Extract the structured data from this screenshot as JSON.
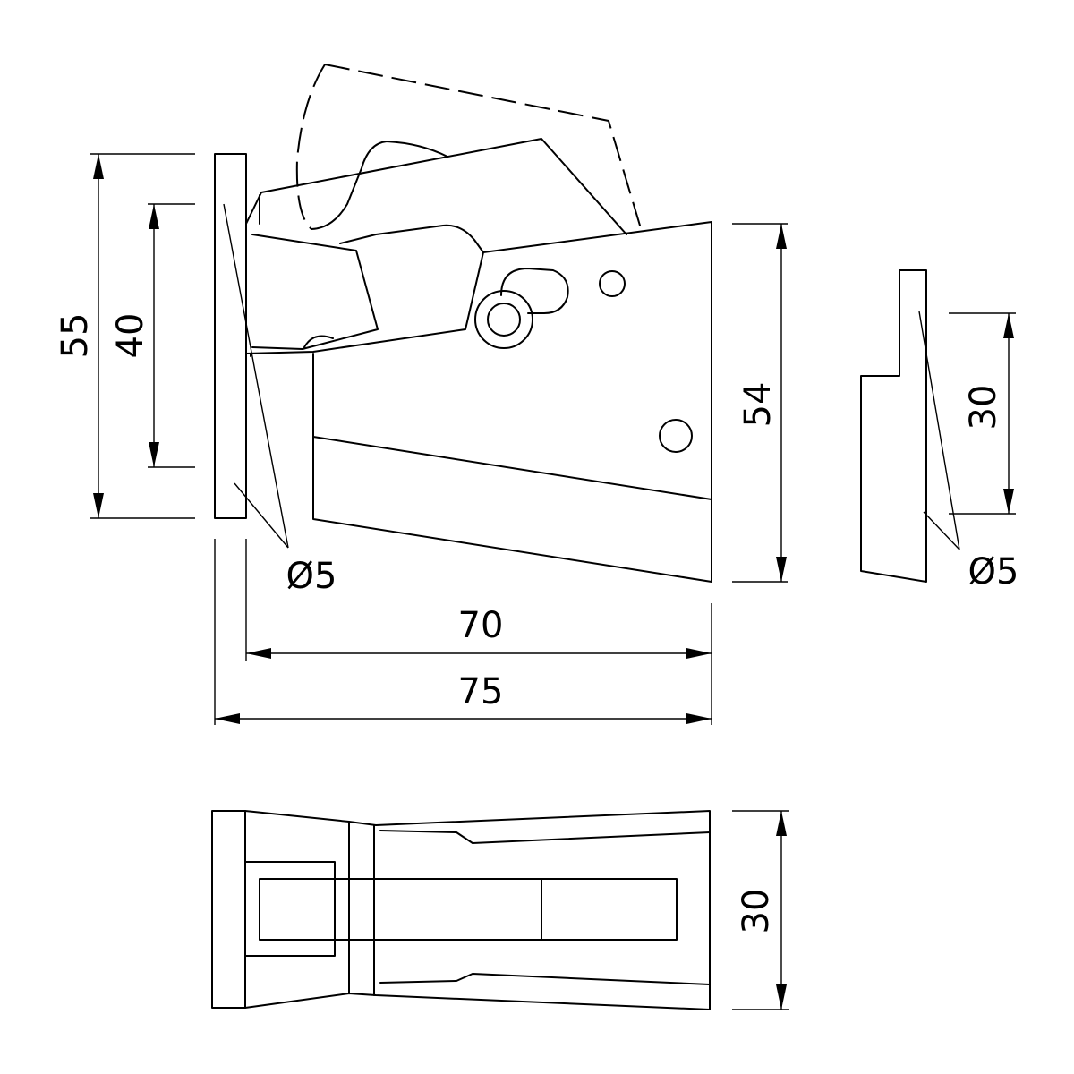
{
  "drawing": {
    "dimensions": {
      "front_height_outer": "55",
      "front_height_inner": "40",
      "front_height_right": "54",
      "front_length_inner": "70",
      "front_length_outer": "75",
      "front_hole": "Ø5",
      "side_height": "30",
      "side_hole": "Ø5",
      "top_height": "30"
    }
  }
}
